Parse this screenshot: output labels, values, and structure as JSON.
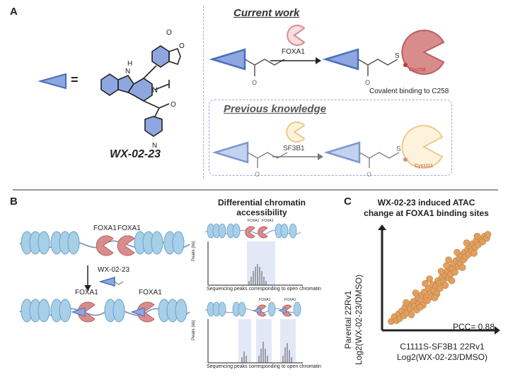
{
  "panel_a": {
    "letter": "A",
    "equals": "=",
    "compound": "WX-02-23",
    "current_work": "Current work",
    "protein_current": "FOXA1",
    "residue_current": "Cys258",
    "covalent_note": "Covalent binding to C258",
    "previous_knowledge": "Previous knowledge",
    "protein_previous": "SF3B1",
    "residue_previous": "Cys1111",
    "atoms": {
      "NH": "H",
      "N": "N",
      "O1": "O",
      "O2": "O",
      "O_bottom": "O",
      "N_morph": "N"
    },
    "colors": {
      "ring_blue": "#8fa7e0",
      "foxa1": "#d98c8c",
      "sf3b1": "#f3d9a8",
      "cys": "#c0392b"
    }
  },
  "panel_b": {
    "letter": "B",
    "title": "Differential chromatin accessibility",
    "foxa1_labels_top": [
      "FOXA1",
      "FOXA1"
    ],
    "treatment": "WX-02-23",
    "foxa1_labels_bottom": [
      "FOXA1",
      "FOXA1"
    ],
    "mini_labels_top": [
      "FOXA1",
      "FOXA1"
    ],
    "mini_labels_bottom": [
      "FOXA1",
      "FOXA1"
    ],
    "peaks_ylabel": "Peaks (kb)",
    "caption_top": "Sequencing peaks corresponding to open chromatin",
    "caption_bottom": "Sequencing peaks corresponding to open chromatin"
  },
  "panel_c": {
    "letter": "C",
    "title_line1": "WX-02-23 induced ATAC",
    "title_line2": "change at FOXA1 binding sites",
    "ylabel_line1": "Parental 22Rv1",
    "ylabel_line2": "Log2(WX-02-23/DMSO)",
    "xlabel_line1": "C1111S-SF3B1 22Rv1",
    "xlabel_line2": "Log2(WX-02-23/DMSO)",
    "pcc": "PCC= 0.88"
  },
  "chart_data": {
    "type": "scatter",
    "title": "WX-02-23 induced ATAC change at FOXA1 binding sites",
    "xlabel": "C1111S-SF3B1 22Rv1 Log2(WX-02-23/DMSO)",
    "ylabel": "Parental 22Rv1 Log2(WX-02-23/DMSO)",
    "annotation": "PCC= 0.88",
    "color": "#e0a060",
    "points": [
      [
        0.04,
        0.05
      ],
      [
        0.07,
        0.1
      ],
      [
        0.09,
        0.06
      ],
      [
        0.11,
        0.13
      ],
      [
        0.12,
        0.08
      ],
      [
        0.14,
        0.16
      ],
      [
        0.16,
        0.11
      ],
      [
        0.17,
        0.2
      ],
      [
        0.19,
        0.14
      ],
      [
        0.2,
        0.23
      ],
      [
        0.22,
        0.18
      ],
      [
        0.23,
        0.12
      ],
      [
        0.25,
        0.26
      ],
      [
        0.26,
        0.21
      ],
      [
        0.28,
        0.17
      ],
      [
        0.29,
        0.3
      ],
      [
        0.3,
        0.24
      ],
      [
        0.32,
        0.28
      ],
      [
        0.33,
        0.33
      ],
      [
        0.34,
        0.22
      ],
      [
        0.35,
        0.36
      ],
      [
        0.37,
        0.3
      ],
      [
        0.38,
        0.27
      ],
      [
        0.39,
        0.4
      ],
      [
        0.41,
        0.35
      ],
      [
        0.42,
        0.31
      ],
      [
        0.43,
        0.44
      ],
      [
        0.44,
        0.38
      ],
      [
        0.46,
        0.42
      ],
      [
        0.47,
        0.34
      ],
      [
        0.48,
        0.48
      ],
      [
        0.49,
        0.45
      ],
      [
        0.5,
        0.4
      ],
      [
        0.52,
        0.52
      ],
      [
        0.53,
        0.47
      ],
      [
        0.54,
        0.55
      ],
      [
        0.55,
        0.43
      ],
      [
        0.57,
        0.58
      ],
      [
        0.58,
        0.51
      ],
      [
        0.59,
        0.62
      ],
      [
        0.6,
        0.55
      ],
      [
        0.62,
        0.6
      ],
      [
        0.63,
        0.66
      ],
      [
        0.64,
        0.57
      ],
      [
        0.65,
        0.69
      ],
      [
        0.67,
        0.63
      ],
      [
        0.68,
        0.72
      ],
      [
        0.69,
        0.66
      ],
      [
        0.7,
        0.75
      ],
      [
        0.72,
        0.7
      ],
      [
        0.73,
        0.78
      ],
      [
        0.74,
        0.73
      ],
      [
        0.76,
        0.81
      ],
      [
        0.77,
        0.76
      ],
      [
        0.78,
        0.84
      ],
      [
        0.8,
        0.8
      ],
      [
        0.81,
        0.87
      ],
      [
        0.83,
        0.83
      ],
      [
        0.84,
        0.9
      ],
      [
        0.86,
        0.86
      ],
      [
        0.88,
        0.92
      ],
      [
        0.9,
        0.89
      ],
      [
        0.92,
        0.95
      ],
      [
        0.94,
        0.93
      ],
      [
        0.95,
        0.97
      ],
      [
        0.36,
        0.45
      ],
      [
        0.45,
        0.3
      ],
      [
        0.56,
        0.64
      ],
      [
        0.61,
        0.48
      ],
      [
        0.71,
        0.62
      ],
      [
        0.75,
        0.88
      ],
      [
        0.27,
        0.35
      ],
      [
        0.18,
        0.25
      ],
      [
        0.51,
        0.58
      ],
      [
        0.66,
        0.78
      ],
      [
        0.82,
        0.77
      ],
      [
        0.4,
        0.5
      ],
      [
        0.31,
        0.2
      ],
      [
        0.58,
        0.7
      ],
      [
        0.85,
        0.95
      ]
    ]
  }
}
